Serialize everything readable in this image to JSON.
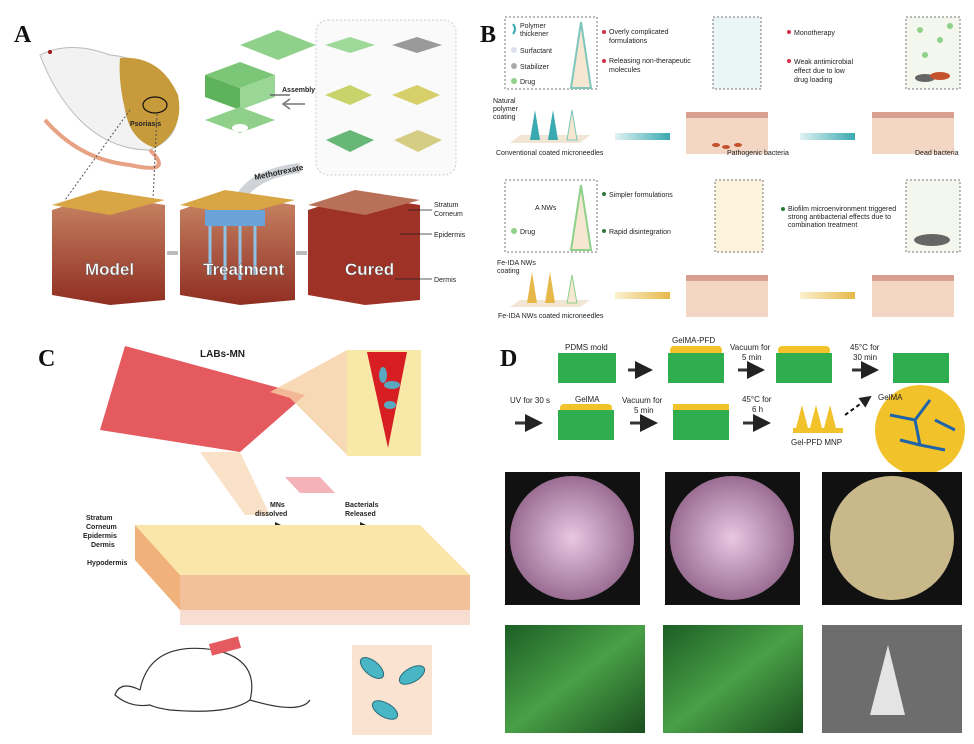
{
  "panels": {
    "A": {
      "label": "A",
      "psoriasis": "Psoriasis",
      "assembly": "Assembly",
      "methotrexate": "Methotrexate",
      "stages": [
        "Model",
        "Treatment",
        "Cured"
      ],
      "layers": [
        "Stratum",
        "Corneum",
        "Epidermis",
        "Dermis"
      ]
    },
    "B": {
      "label": "B",
      "legend_top": [
        "Polymer",
        "thickener",
        "Surfactant",
        "Stabilizer",
        "Drug"
      ],
      "natural_coating": [
        "Natural",
        "polymer",
        "coating"
      ],
      "conventional": "Conventional coated microneedles",
      "issues_1": [
        "Overly complicated",
        "formulations"
      ],
      "issues_2": [
        "Releasing non-therapeutic",
        "molecules"
      ],
      "pathogenic": "Pathogenic bacteria",
      "mono": "Monotherapy",
      "weak": [
        "Weak antimicrobial",
        "effect due to low",
        "drug loading"
      ],
      "dead": "Dead bacteria",
      "legend_bottom": [
        "A NWs",
        "Drug"
      ],
      "fe_coating": [
        "Fe-IDA NWs",
        "coating"
      ],
      "fe_mn": "Fe-IDA NWs coated microneedles",
      "simpler": "Simpler formulations",
      "rapid": "Rapid disintegration",
      "biofilm": [
        "Biofilm microenvironment triggered",
        "strong antibacterial effects due to",
        "combination treatment"
      ]
    },
    "C": {
      "label": "C",
      "title": "LABs-MN",
      "layers": [
        "Stratum",
        "Corneum",
        "Epidermis",
        "Dermis",
        "Hypodermis"
      ],
      "mns": [
        "MNs",
        "dissolved"
      ],
      "bact": [
        "Bacterials",
        "Released"
      ]
    },
    "D": {
      "label": "D",
      "pdms": "PDMS mold",
      "gelma_pfd": "GelMA-PFD",
      "vac1": [
        "Vacuum for",
        "5 min"
      ],
      "heat1": [
        "45°C for",
        "30 min"
      ],
      "uv": "UV for 30 s",
      "gelma": "GelMA",
      "vac2": [
        "Vacuum for",
        "5 min"
      ],
      "heat2": [
        "45°C for",
        "6 h"
      ],
      "mnp": "Gel-PFD MNP",
      "gelma2": "GelMA"
    }
  },
  "colors": {
    "mold_green": "#2fae4f",
    "gel_yellow": "#f2c22a",
    "mn_red": "#e0333a",
    "teal": "#3aa9b0"
  }
}
